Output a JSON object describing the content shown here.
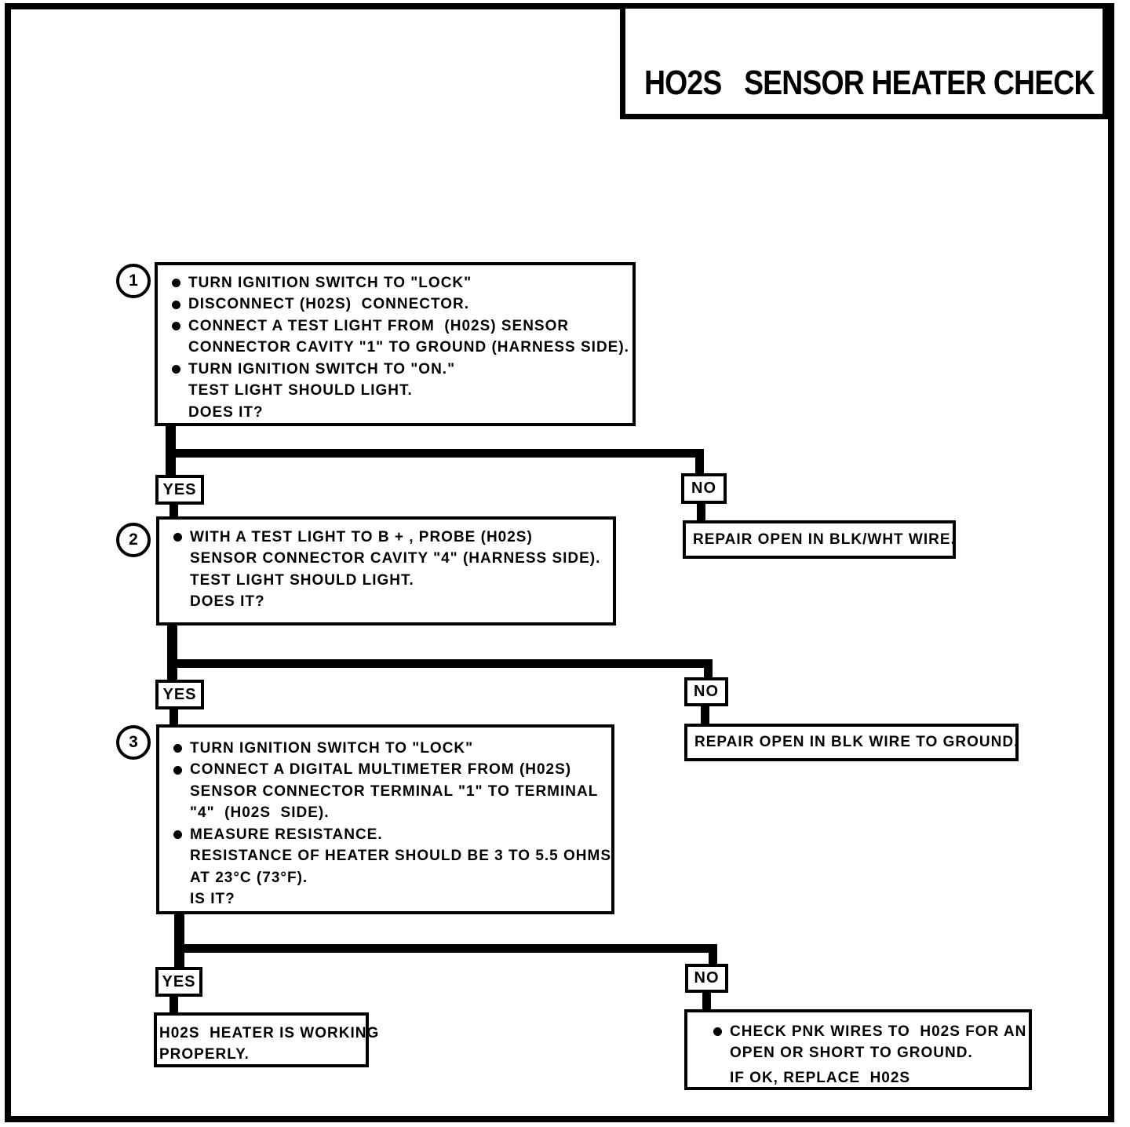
{
  "title": "HO2S   SENSOR HEATER CHECK",
  "labels": {
    "yes": "YES",
    "no": "NO"
  },
  "colors": {
    "ink": "#000000",
    "paper": "#ffffff"
  },
  "steps": [
    {
      "number": "1",
      "lines": [
        {
          "bullet": true,
          "text": "TURN IGNITION SWITCH TO \"LOCK\""
        },
        {
          "bullet": true,
          "text": "DISCONNECT (H02S)  CONNECTOR."
        },
        {
          "bullet": true,
          "text": "CONNECT A TEST LIGHT FROM  (H02S) SENSOR"
        },
        {
          "bullet": false,
          "text": "CONNECTOR CAVITY \"1\" TO GROUND (HARNESS SIDE)."
        },
        {
          "bullet": true,
          "text": "TURN IGNITION SWITCH TO \"ON.\""
        },
        {
          "bullet": false,
          "text": "TEST LIGHT SHOULD LIGHT."
        },
        {
          "bullet": false,
          "text": "DOES IT?"
        }
      ]
    },
    {
      "number": "2",
      "lines": [
        {
          "bullet": true,
          "text": "WITH A TEST LIGHT TO B + , PROBE (H02S)"
        },
        {
          "bullet": false,
          "text": "SENSOR CONNECTOR CAVITY \"4\" (HARNESS SIDE)."
        },
        {
          "bullet": false,
          "text": "TEST LIGHT SHOULD LIGHT."
        },
        {
          "bullet": false,
          "text": "DOES IT?"
        }
      ]
    },
    {
      "number": "3",
      "lines": [
        {
          "bullet": true,
          "text": "TURN IGNITION SWITCH TO \"LOCK\""
        },
        {
          "bullet": true,
          "text": "CONNECT A DIGITAL MULTIMETER FROM (H02S)"
        },
        {
          "bullet": false,
          "text": "SENSOR CONNECTOR TERMINAL \"1\" TO TERMINAL"
        },
        {
          "bullet": false,
          "text": "\"4\"  (H02S  SIDE)."
        },
        {
          "bullet": true,
          "text": "MEASURE RESISTANCE."
        },
        {
          "bullet": false,
          "text": "RESISTANCE OF HEATER SHOULD BE 3 TO 5.5 OHMS"
        },
        {
          "bullet": false,
          "text": "AT 23°C (73°F)."
        },
        {
          "bullet": false,
          "text": "IS IT?"
        }
      ]
    }
  ],
  "results": {
    "no1": "REPAIR OPEN IN BLK/WHT WIRE.",
    "no2": "REPAIR OPEN IN BLK WIRE TO GROUND.",
    "yes_final": {
      "line1": "H02S  HEATER IS WORKING",
      "line2": "PROPERLY."
    },
    "no_final": {
      "line1": "CHECK PNK WIRES TO  H02S FOR AN",
      "line2": "OPEN OR SHORT TO GROUND.",
      "line3": "IF OK, REPLACE  H02S"
    }
  }
}
